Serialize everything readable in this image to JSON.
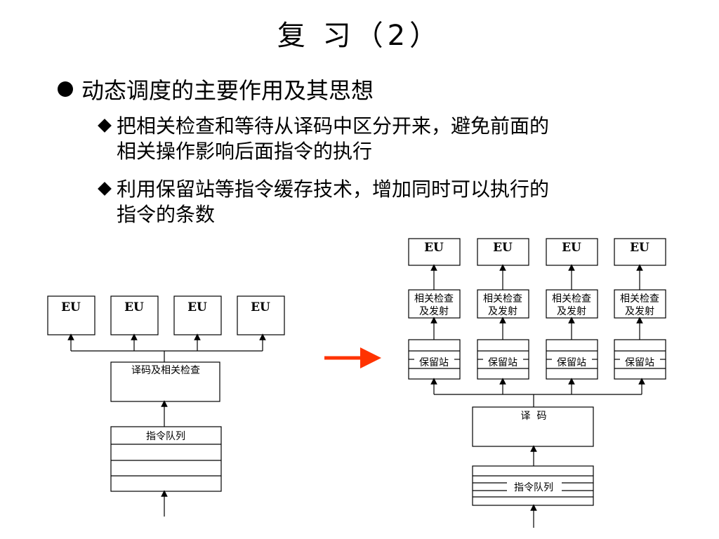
{
  "title": "复 习（2）",
  "bullet": "动态调度的主要作用及其思想",
  "sub_points": [
    {
      "line1": "把相关检查和等待从译码中区分开来，避免前面的",
      "line2": "相关操作影响后面指令的执行"
    },
    {
      "line1": "利用保留站等指令缓存技术，增加同时可以执行的",
      "line2": "指令的条数"
    }
  ],
  "left_diagram": {
    "eu_labels": [
      "EU",
      "EU",
      "EU",
      "EU"
    ],
    "decode_check": "译码及相关检查",
    "queue": "指令队列"
  },
  "right_diagram": {
    "eu_labels": [
      "EU",
      "EU",
      "EU",
      "EU"
    ],
    "check_issue": {
      "line1": "相关检查",
      "line2": "及发射"
    },
    "station": "保留站",
    "decode": "译  码",
    "queue": "指令队列"
  },
  "colors": {
    "arrow": "#ff3300"
  }
}
